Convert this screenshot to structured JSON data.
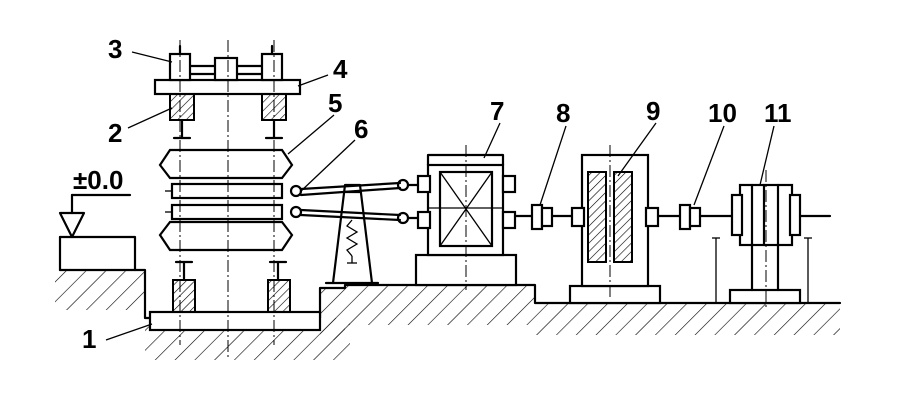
{
  "diagram": {
    "level_mark": "±0.0",
    "labels": [
      {
        "id": "1",
        "text": "1"
      },
      {
        "id": "2",
        "text": "2"
      },
      {
        "id": "3",
        "text": "3"
      },
      {
        "id": "4",
        "text": "4"
      },
      {
        "id": "5",
        "text": "5"
      },
      {
        "id": "6",
        "text": "6"
      },
      {
        "id": "7",
        "text": "7"
      },
      {
        "id": "8",
        "text": "8"
      },
      {
        "id": "9",
        "text": "9"
      },
      {
        "id": "10",
        "text": "10"
      },
      {
        "id": "11",
        "text": "11"
      }
    ]
  }
}
